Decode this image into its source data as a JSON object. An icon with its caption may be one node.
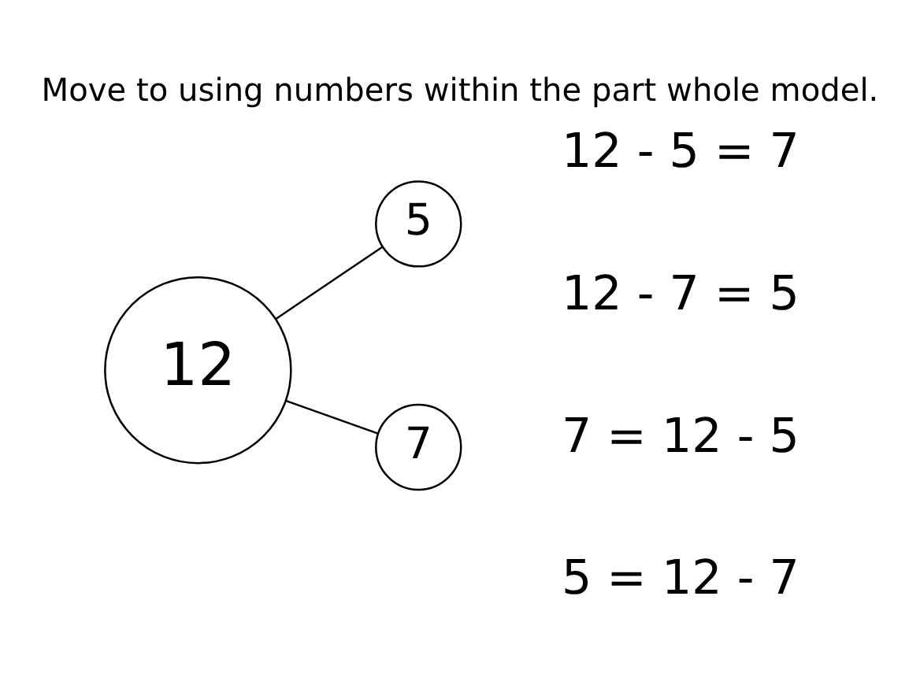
{
  "diagram": {
    "title": "Move to using numbers within the part whole model.",
    "nodes": [
      {
        "text": [
          "12"
        ]
      },
      {
        "text": [
          "5"
        ]
      },
      {
        "text": [
          "7"
        ]
      }
    ],
    "edges": [
      {
        "from": 0,
        "to": 1,
        "arrow": "none"
      },
      {
        "from": 0,
        "to": 2,
        "arrow": "none"
      }
    ],
    "labels": [
      "12 - 5 = 7",
      "12 - 7 = 5",
      "7 = 12 - 5",
      "5 = 12 - 7"
    ]
  }
}
